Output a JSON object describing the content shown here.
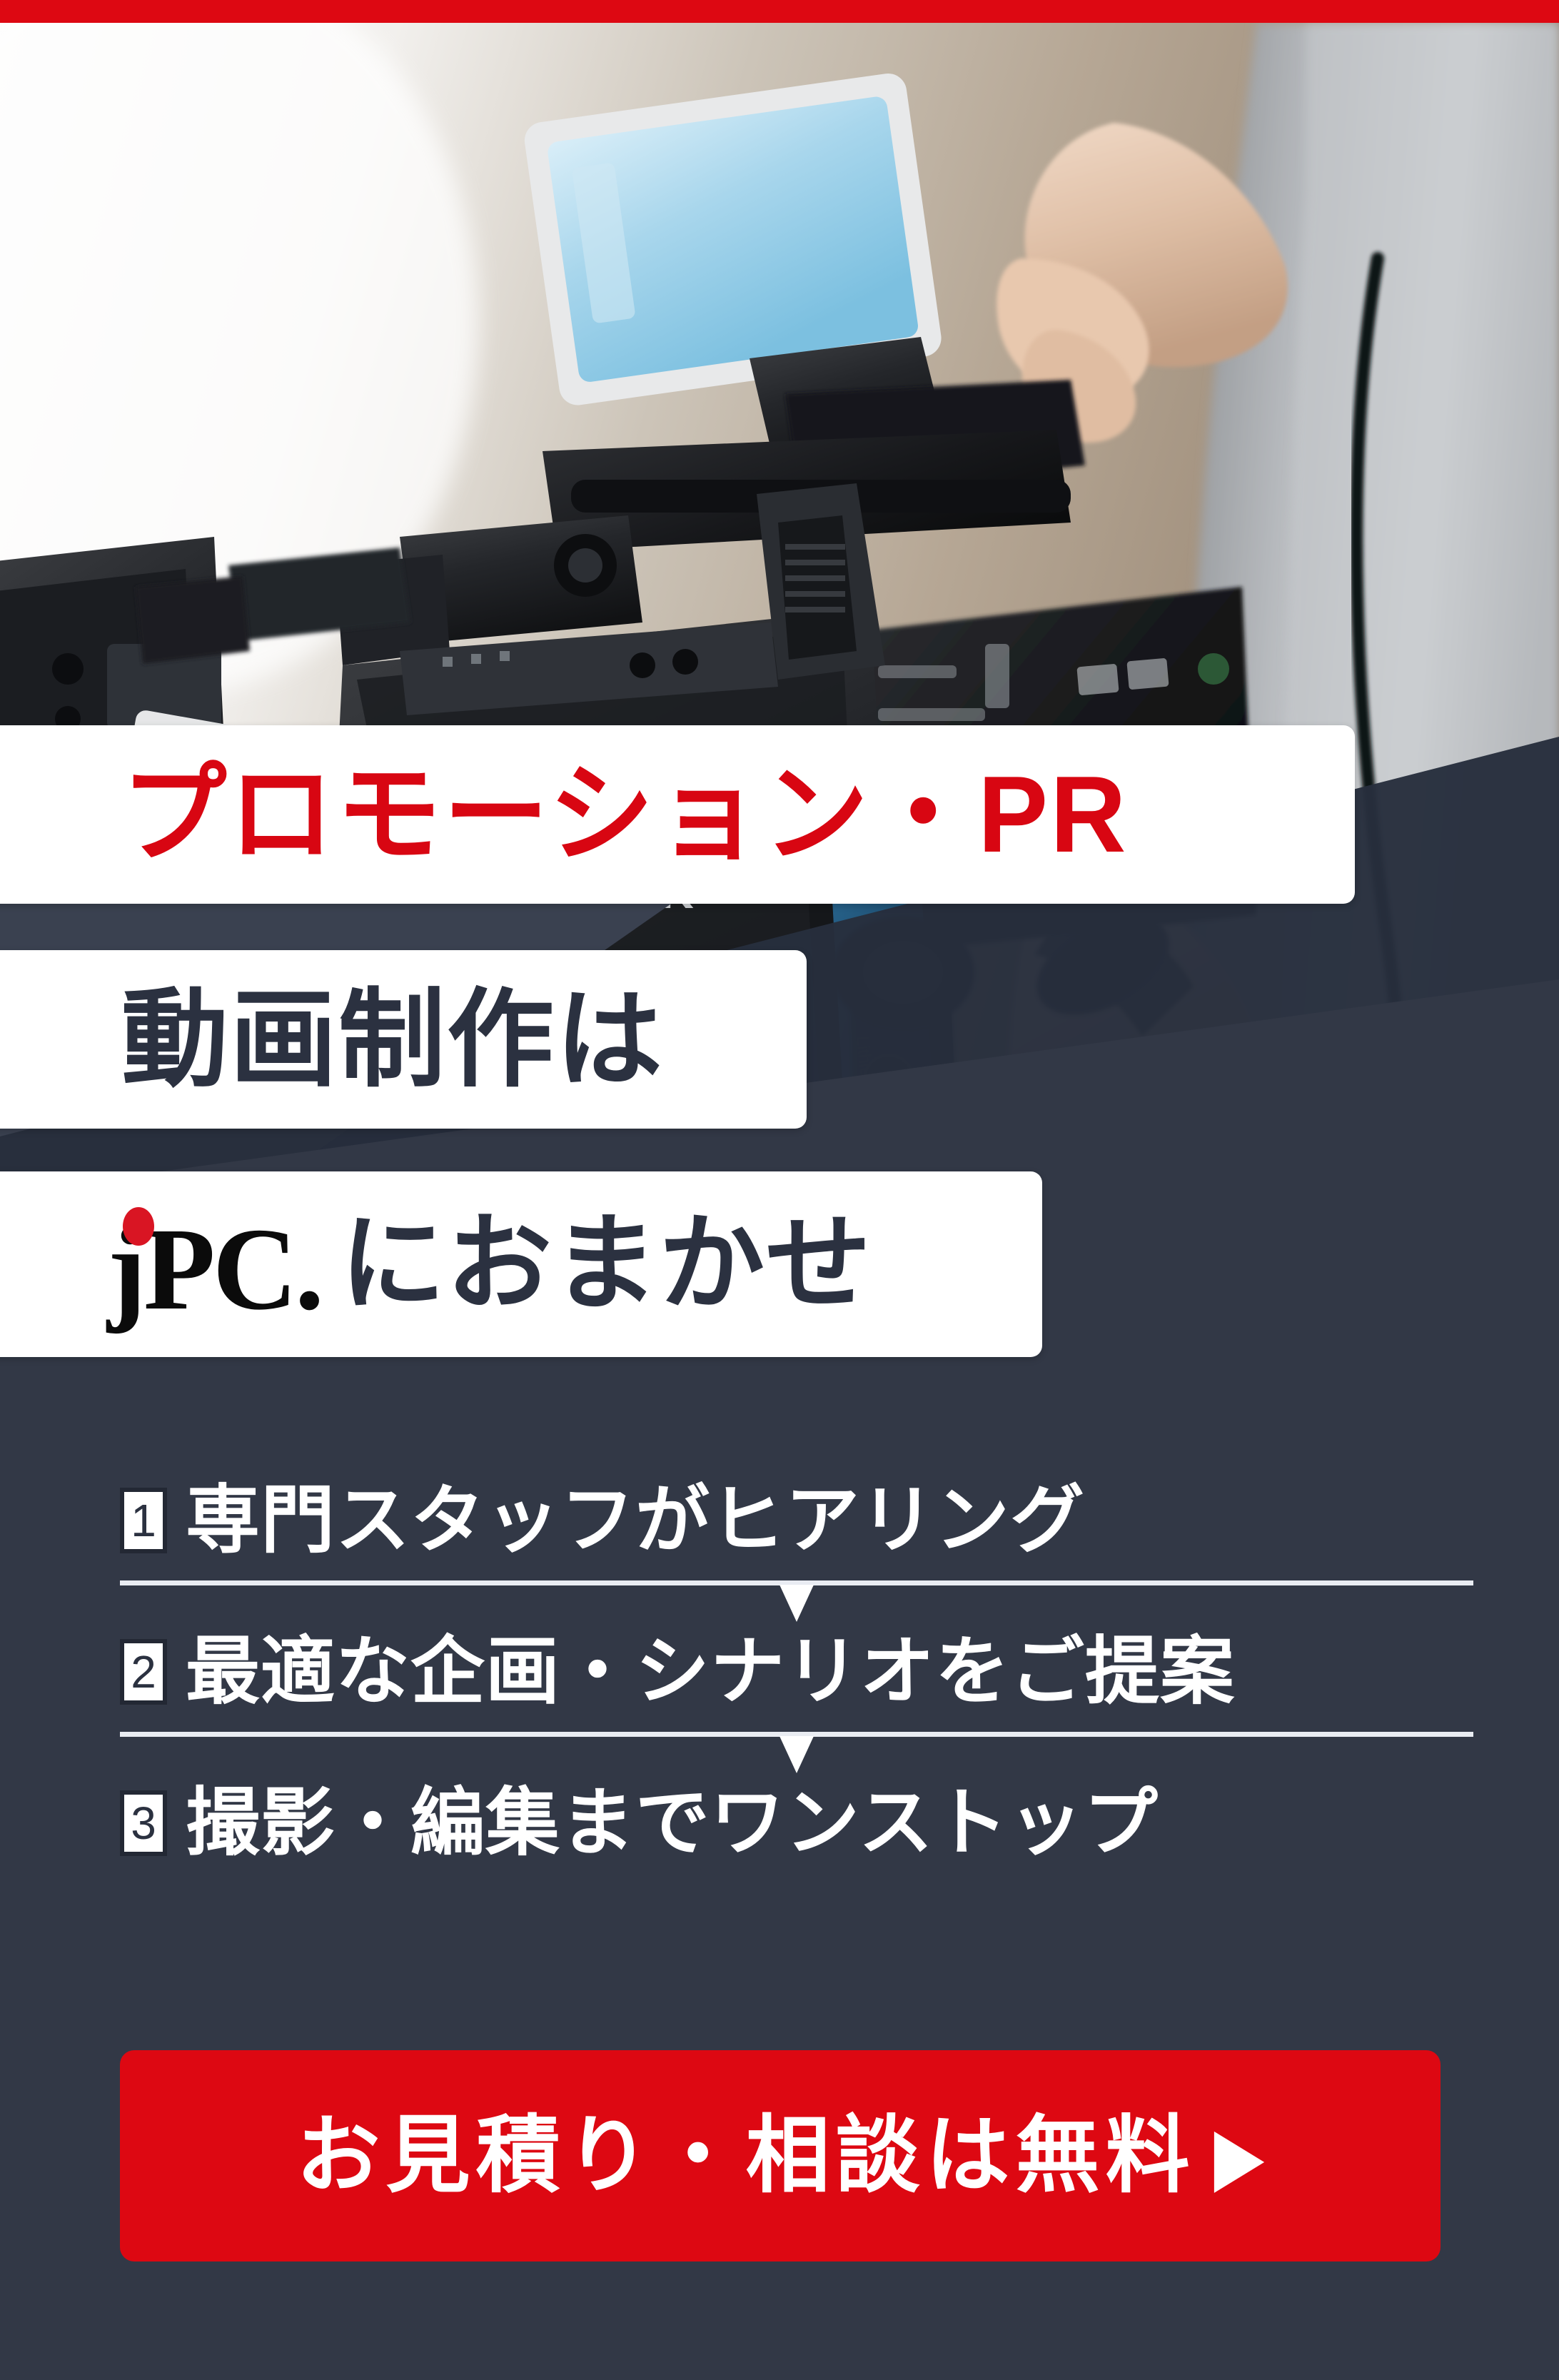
{
  "theme": {
    "accent_red": "#DD0812",
    "navy": "#323846",
    "navy_dark": "#272E3D",
    "navy_mid": "#3A4150",
    "white": "#FFFFFF",
    "text_dark": "#2B3140"
  },
  "top_bar": {
    "label": ""
  },
  "hero": {
    "photo_alt": "videographer-operating-4k-cinema-camera"
  },
  "headline": {
    "line1": "プロモーション・PR",
    "line2": "動画制作は",
    "logo": "jPC.",
    "line3": "におまかせ"
  },
  "steps": [
    {
      "number": "1",
      "text": "専門スタッフがヒアリング"
    },
    {
      "number": "2",
      "text": "最適な企画・シナリオをご提案"
    },
    {
      "number": "3",
      "text": "撮影・編集までワンストップ"
    }
  ],
  "cta": {
    "label": "お見積り・相談は無料",
    "arrow": "▶"
  }
}
